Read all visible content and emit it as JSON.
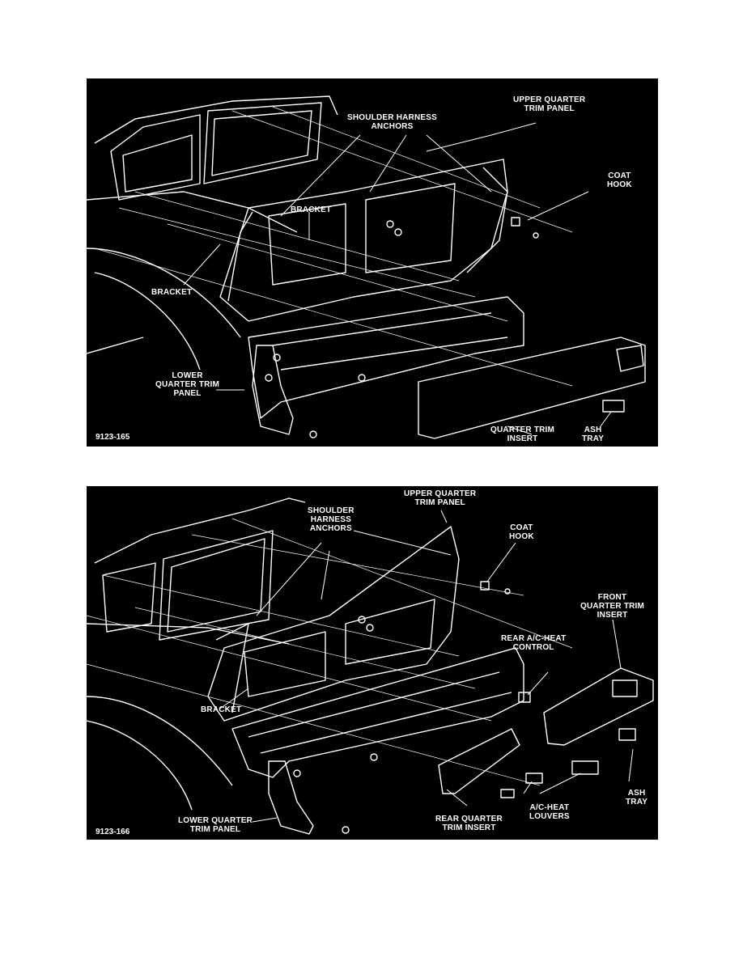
{
  "figures": [
    {
      "figure_number": "9123-165",
      "labels": {
        "upper_quarter_trim_panel": [
          "UPPER QUARTER",
          "TRIM PANEL"
        ],
        "shoulder_harness_anchors": [
          "SHOULDER HARNESS",
          "ANCHORS"
        ],
        "coat_hook": [
          "COAT",
          "HOOK"
        ],
        "bracket_upper": [
          "BRACKET"
        ],
        "bracket_left": [
          "BRACKET"
        ],
        "lower_quarter_trim_panel": [
          "LOWER",
          "QUARTER TRIM",
          "PANEL"
        ],
        "quarter_trim_insert": [
          "QUARTER TRIM",
          "INSERT"
        ],
        "ash_tray": [
          "ASH",
          "TRAY"
        ]
      }
    },
    {
      "figure_number": "9123-166",
      "labels": {
        "upper_quarter_trim_panel": [
          "UPPER QUARTER",
          "TRIM PANEL"
        ],
        "shoulder_harness_anchors": [
          "SHOULDER",
          "HARNESS",
          "ANCHORS"
        ],
        "coat_hook": [
          "COAT",
          "HOOK"
        ],
        "front_quarter_trim_insert": [
          "FRONT",
          "QUARTER TRIM",
          "INSERT"
        ],
        "rear_ac_heat_control": [
          "REAR A/C-HEAT",
          "CONTROL"
        ],
        "bracket": [
          "BRACKET"
        ],
        "ash_tray": [
          "ASH",
          "TRAY"
        ],
        "ac_heat_louvers": [
          "A/C-HEAT",
          "LOUVERS"
        ],
        "rear_quarter_trim_insert": [
          "REAR QUARTER",
          "TRIM INSERT"
        ],
        "lower_quarter_trim_panel": [
          "LOWER QUARTER",
          "TRIM PANEL"
        ]
      }
    }
  ]
}
